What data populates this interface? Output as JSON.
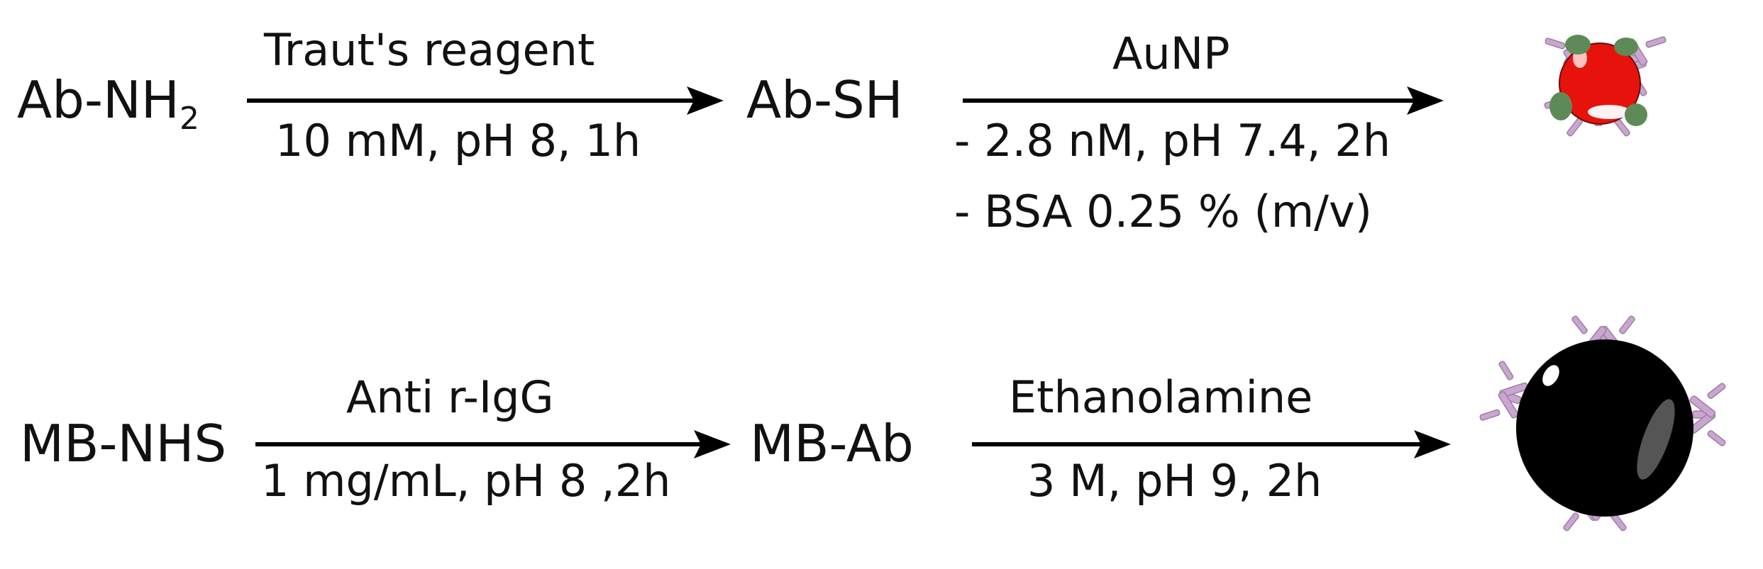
{
  "scheme": {
    "top": {
      "start": {
        "text": "Ab-NH",
        "subscript": "2"
      },
      "step1": {
        "reagent": "Traut's reagent",
        "conditions": "10 mM, pH 8, 1h"
      },
      "intermediate": "Ab-SH",
      "step2": {
        "reagent": "AuNP",
        "conditions": [
          "- 2.8 nM, pH 7.4, 2h",
          "- BSA 0.25 % (m/v)"
        ]
      },
      "product": {
        "icon": "antibody-gold-nanoparticle-icon",
        "core_color": "#e8120c",
        "antibody_color": "#c9a6cf",
        "bsa_color": "#5d8a57"
      }
    },
    "bottom": {
      "start": "MB-NHS",
      "step1": {
        "reagent": "Anti r-IgG",
        "conditions": "1 mg/mL, pH 8 ,2h"
      },
      "intermediate": "MB-Ab",
      "step2": {
        "reagent": "Ethanolamine",
        "conditions": "3 M, pH 9, 2h"
      },
      "product": {
        "icon": "antibody-magnetic-bead-icon",
        "core_color": "#000000",
        "antibody_color": "#c9a6cf"
      }
    }
  }
}
